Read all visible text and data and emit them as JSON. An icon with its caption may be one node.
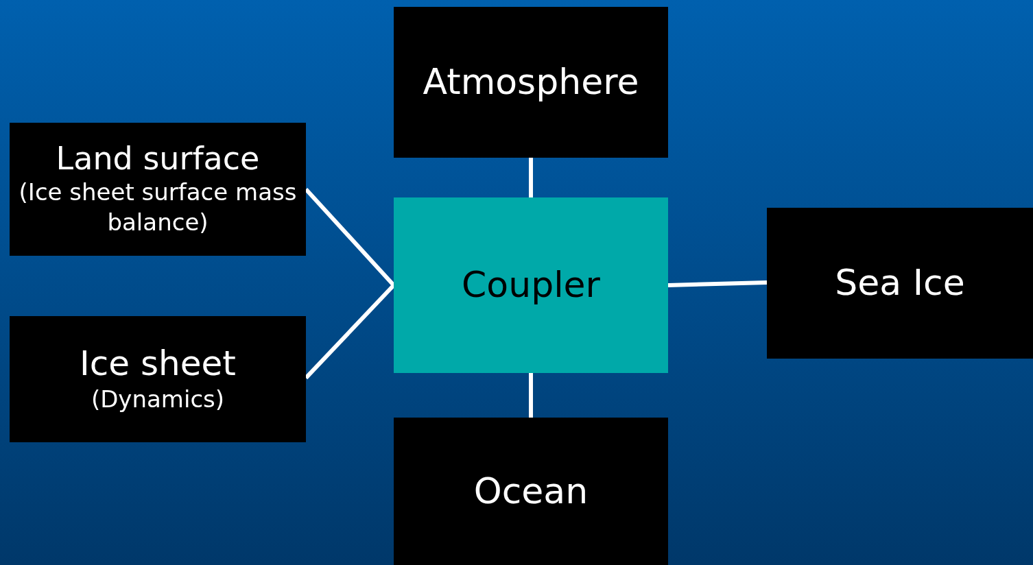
{
  "diagram": {
    "nodes": [
      {
        "text": [
          "Atmosphere"
        ]
      },
      {
        "text": [
          "Land surface",
          "(Ice sheet surface mass balance)"
        ]
      },
      {
        "text": [
          "Coupler"
        ]
      },
      {
        "text": [
          "Sea Ice"
        ]
      },
      {
        "text": [
          "Ice sheet",
          "(Dynamics)"
        ]
      },
      {
        "text": [
          "Ocean"
        ]
      }
    ],
    "edges": [
      {
        "from": 0,
        "to": 2,
        "arrow": "none"
      },
      {
        "from": 1,
        "to": 2,
        "arrow": "none"
      },
      {
        "from": 4,
        "to": 2,
        "arrow": "none"
      },
      {
        "from": 2,
        "to": 3,
        "arrow": "none"
      },
      {
        "from": 2,
        "to": 5,
        "arrow": "none"
      }
    ]
  }
}
